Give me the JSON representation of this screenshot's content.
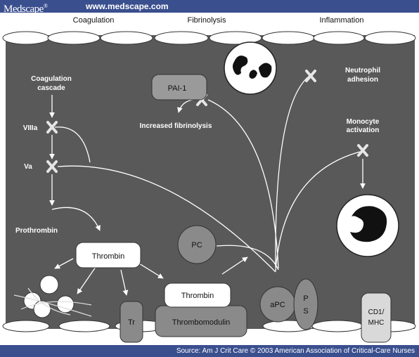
{
  "header": {
    "logo": "Medscape",
    "logo_mark": "®",
    "url": "www.medscape.com"
  },
  "sections": {
    "coagulation": "Coagulation",
    "fibrinolysis": "Fibrinolysis",
    "inflammation": "Inflammation"
  },
  "labels": {
    "coag_cascade_1": "Coagulation",
    "coag_cascade_2": "cascade",
    "viiia": "VIIIa",
    "va": "Va",
    "prothrombin": "Prothrombin",
    "thrombin": "Thrombin",
    "pai1": "PAI-1",
    "increased_fibrinolysis": "Increased fibrinolysis",
    "neutrophil_1": "Neutrophil",
    "neutrophil_2": "adhesion",
    "monocyte_1": "Monocyte",
    "monocyte_2": "activation",
    "pc": "PC",
    "thrombin_bound": "Thrombin",
    "thrombomodulin": "Thrombomodulin",
    "apc": "aPC",
    "ps_1": "P",
    "ps_2": "S",
    "tr": "Tr",
    "cd1_1": "CD1/",
    "cd1_2": "MHC"
  },
  "footer": {
    "source": "Source: Am J Crit Care © 2003 American Association of Critical-Care Nurses"
  },
  "colors": {
    "brand": "#3a4f8e",
    "tissue": "#595959",
    "cell_grey": "#8a8a8a"
  }
}
